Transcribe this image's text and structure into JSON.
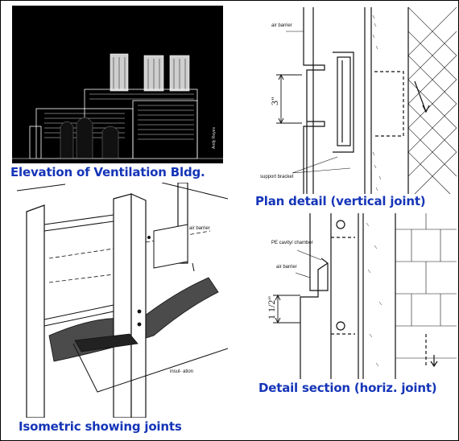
{
  "captions": {
    "elevation": "Elevation of Ventilation Bldg.",
    "plan": "Plan detail (vertical joint)",
    "isometric": "Isometric showing joints",
    "section": "Detail section (horiz. joint)"
  },
  "plan_labels": {
    "air_barrier": "air barrier",
    "dimension": "3\"",
    "support_bracket": "support bracket"
  },
  "isometric_labels": {
    "air_barrier": "air barrier",
    "insulation": "insul- ation"
  },
  "section_labels": {
    "cavity": "PE cavity/ chamber",
    "air_barrier": "air barrier",
    "dimension": "1 1/2\""
  },
  "elevation_signature": "Andy Reyes",
  "colors": {
    "caption": "#1535b8",
    "ink": "#111111",
    "photo_bg": "#000000"
  }
}
